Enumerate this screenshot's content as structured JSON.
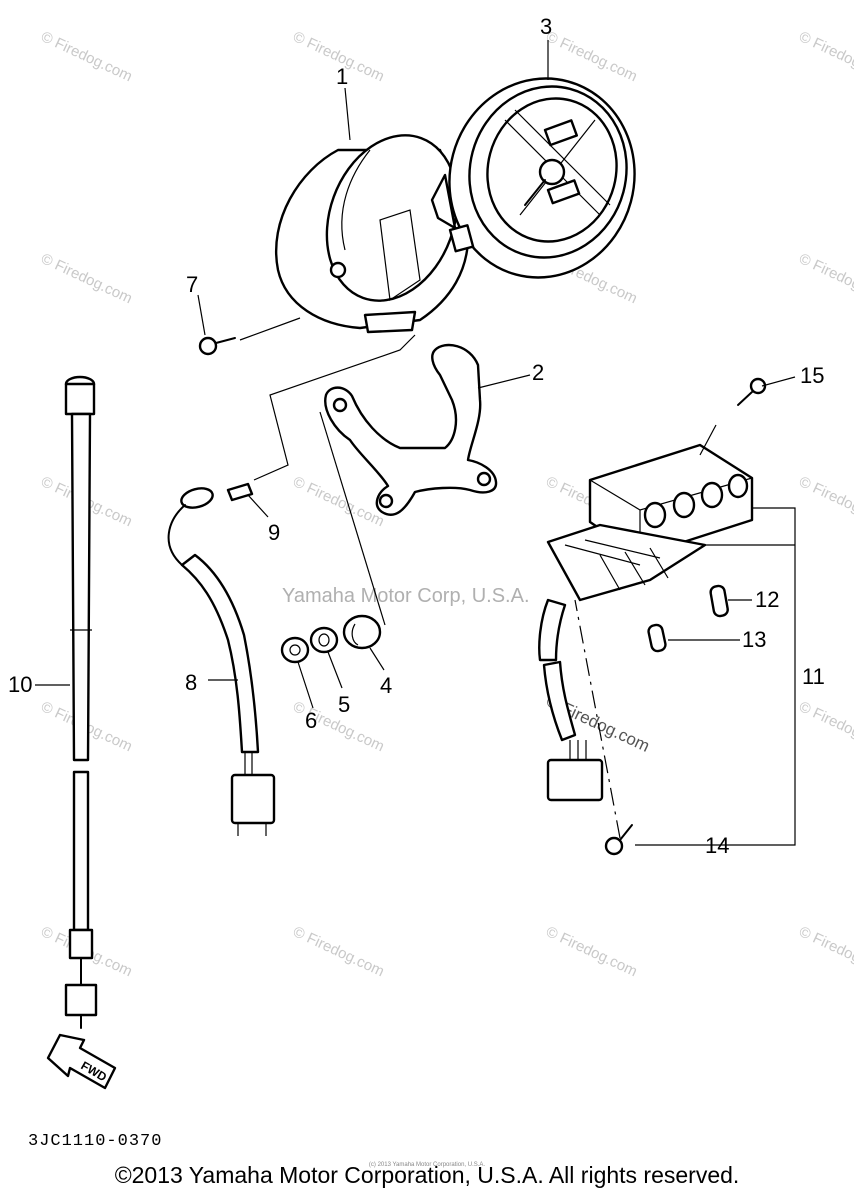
{
  "callouts": {
    "p1": "1",
    "p2": "2",
    "p3": "3",
    "p4": "4",
    "p5": "5",
    "p6": "6",
    "p7": "7",
    "p8": "8",
    "p9": "9",
    "p10": "10",
    "p11": "11",
    "p12": "12",
    "p13": "13",
    "p14": "14",
    "p15": "15"
  },
  "center_watermark": "Yamaha Motor Corp, U.S.A.",
  "watermark_text": "© Firedog.com",
  "fwd_label": "FWD",
  "diagram_code": "3JC1110-0370",
  "copyright": "©2013 Yamaha Motor Corporation, U.S.A. All rights reserved.",
  "tiny_notice": "(c) 2013 Yamaha Motor Corporation, U.S.A."
}
